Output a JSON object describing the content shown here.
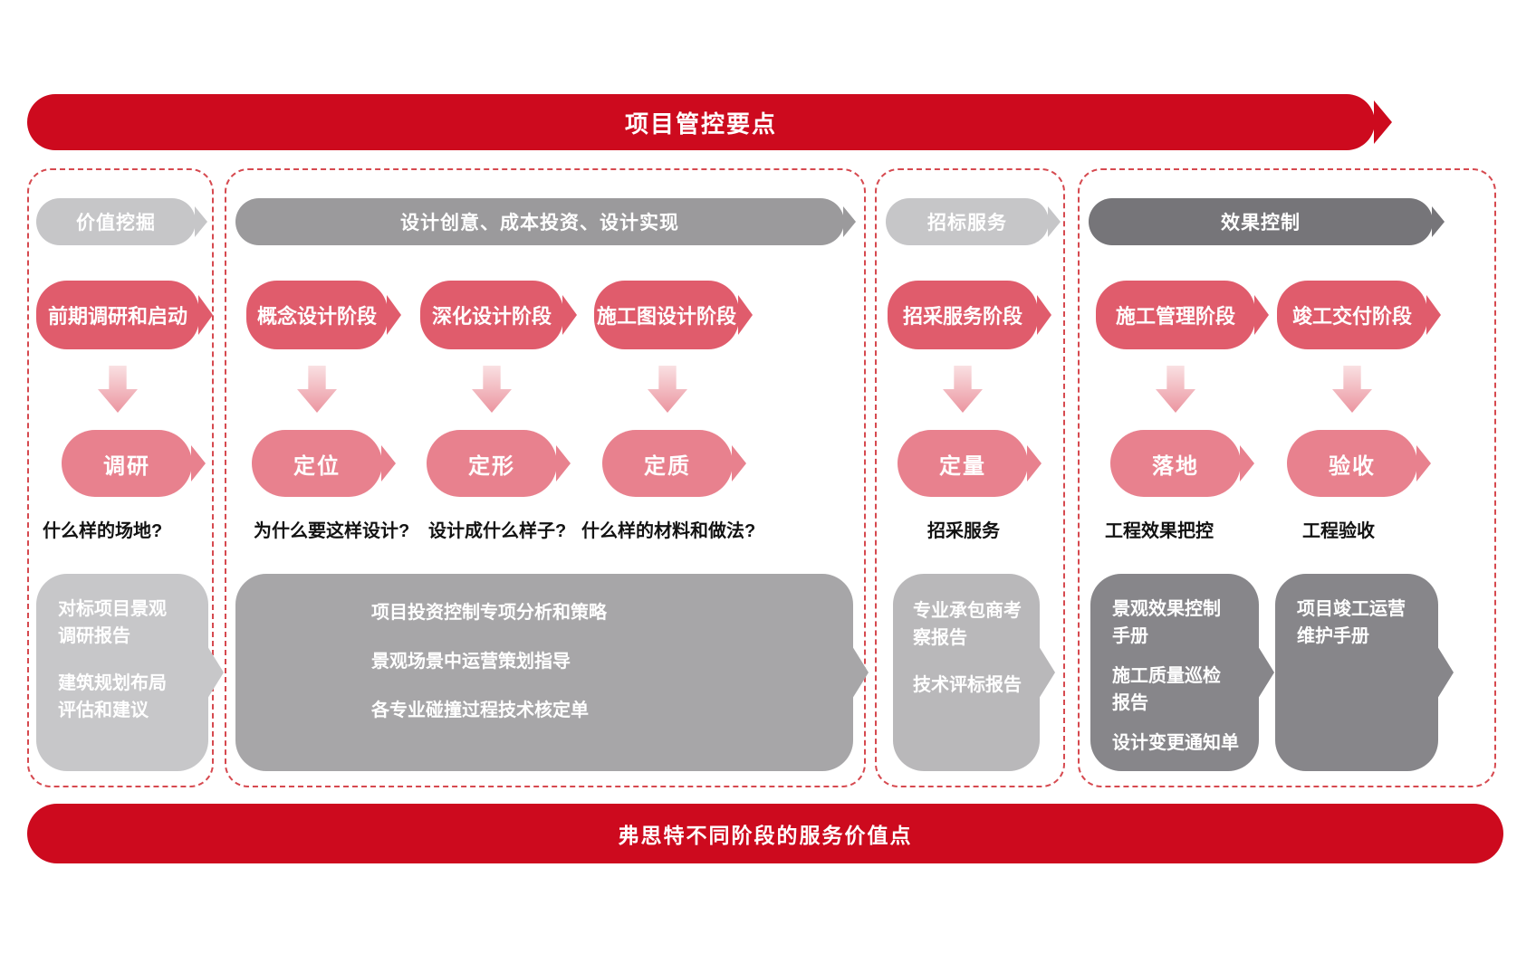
{
  "title": "项目管控要点",
  "footer": "弗思特不同阶段的服务价值点",
  "columns": [
    {
      "header": "价值挖掘",
      "groups": [
        {
          "stage": "前期调研和启动",
          "node": "调研",
          "question": "什么样的场地?"
        }
      ],
      "boxes": [
        {
          "items": [
            "对标项目景观\n调研报告",
            "建筑规划布局\n评估和建议"
          ]
        }
      ]
    },
    {
      "header": "设计创意、成本投资、设计实现",
      "groups": [
        {
          "stage": "概念设计阶段",
          "node": "定位",
          "question": "为什么要这样设计?"
        },
        {
          "stage": "深化设计阶段",
          "node": "定形",
          "question": "设计成什么样子?"
        },
        {
          "stage": "施工图设计阶段",
          "node": "定质",
          "question": "什么样的材料和做法?"
        }
      ],
      "boxes": [
        {
          "items": [
            "项目投资控制专项分析和策略",
            "景观场景中运营策划指导",
            "各专业碰撞过程技术核定单"
          ]
        }
      ]
    },
    {
      "header": "招标服务",
      "groups": [
        {
          "stage": "招采服务阶段",
          "node": "定量",
          "question": "招采服务"
        }
      ],
      "boxes": [
        {
          "items": [
            "专业承包商考\n察报告",
            "技术评标报告"
          ]
        }
      ]
    },
    {
      "header": "效果控制",
      "groups": [
        {
          "stage": "施工管理阶段",
          "node": "落地",
          "question": "工程效果把控"
        },
        {
          "stage": "竣工交付阶段",
          "node": "验收",
          "question": "工程验收"
        }
      ],
      "boxes": [
        {
          "items": [
            "景观效果控制\n手册",
            "施工质量巡检\n报告",
            "设计变更通知单"
          ]
        },
        {
          "items": [
            "项目竣工运营\n维护手册"
          ]
        }
      ]
    }
  ],
  "colors": {
    "banner_red": "#CD0A1E",
    "stage_red": "#E05C6C",
    "node_pink": "#E8818E",
    "arrow_pink_top": "#F9E0E2",
    "arrow_pink_bottom": "#EB95A0",
    "header_gray_light": "#C6C6C8",
    "header_gray_mid": "#9B9A9C",
    "header_gray_dark": "#767579",
    "box_gray_1": "#C7C7C9",
    "box_gray_2": "#A7A6A8",
    "box_gray_3": "#B9B8BA",
    "box_gray_4": "#87868A",
    "dashed_border": "#D6494F"
  }
}
